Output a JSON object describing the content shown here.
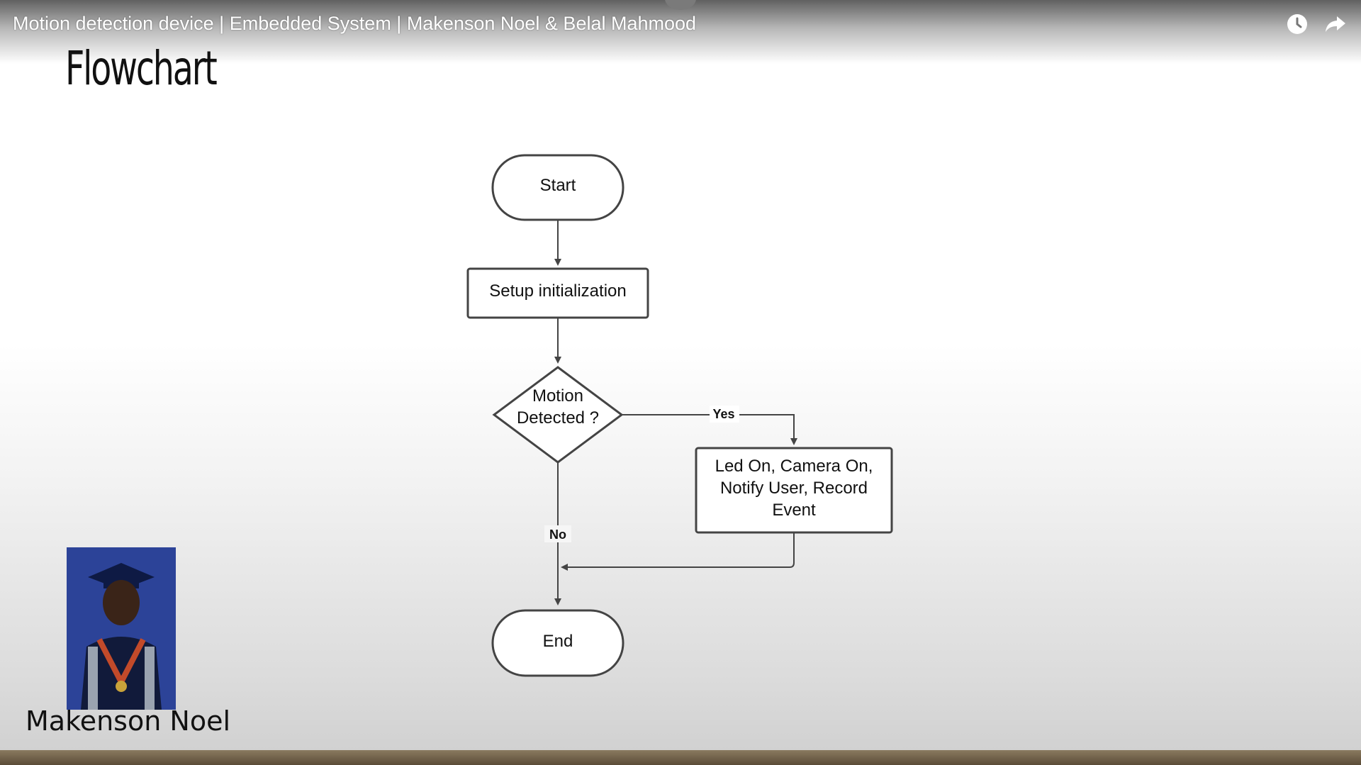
{
  "video": {
    "title": "Motion detection device | Embedded System | Makenson Noel & Belal Mahmood",
    "icons": [
      "clock-icon",
      "share-icon"
    ]
  },
  "slide": {
    "title": "Flowchart",
    "flowchart": {
      "start": "Start",
      "setup": "Setup initialization",
      "decision_line1": "Motion",
      "decision_line2": "Detected ?",
      "yes_label": "Yes",
      "no_label": "No",
      "action_line1": "Led On, Camera On,",
      "action_line2": "Notify User, Record",
      "action_line3": "Event",
      "end": "End"
    }
  },
  "presenter": {
    "name": "Makenson Noel"
  },
  "colors": {
    "photo_background": "#2a3d8f",
    "flow_stroke": "#444444"
  }
}
